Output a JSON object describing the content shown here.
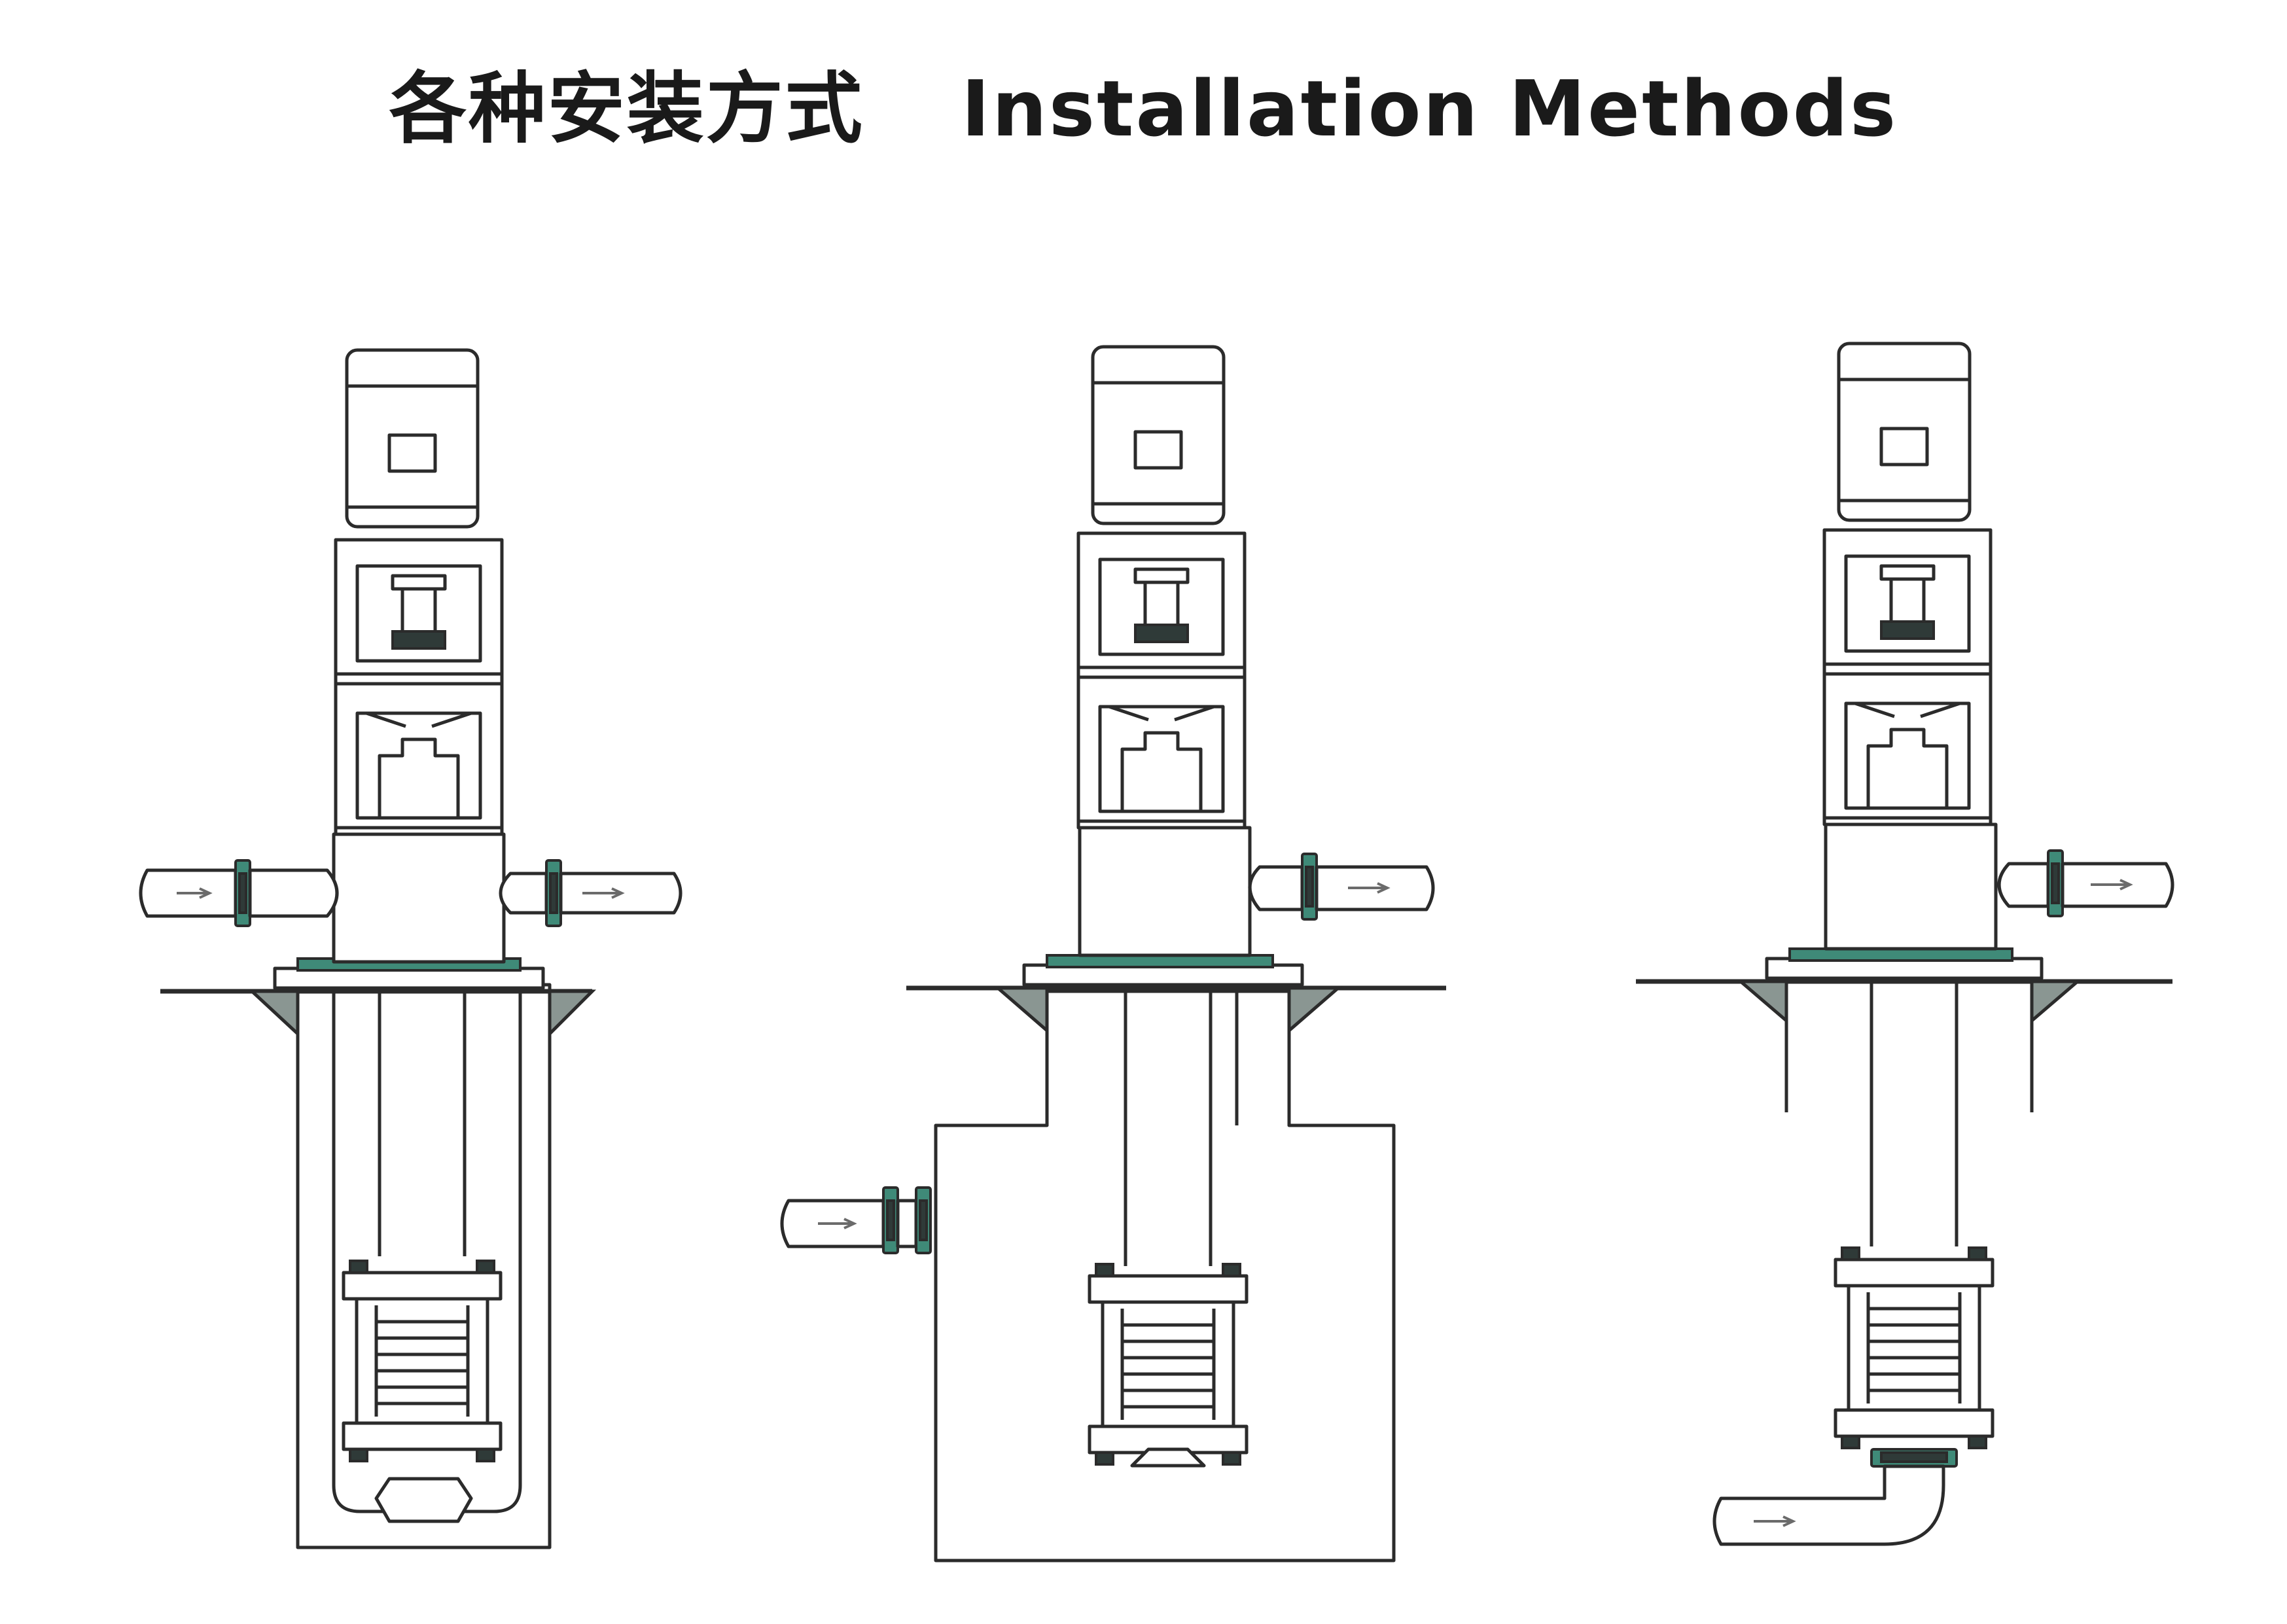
{
  "title": {
    "zh": "各种安装方式",
    "en": "Installation Methods"
  },
  "colors": {
    "line": "#2b2b2b",
    "flange_accent": "#3f8a78",
    "bracket_fill": "#8a9692",
    "background": "#ffffff"
  },
  "methods": [
    {
      "id": "method-1",
      "description": "pump in suction tank with bottom strainer, inlet and outlet pipes at top"
    },
    {
      "id": "method-2",
      "description": "pump in tank with side inlet pipe"
    },
    {
      "id": "method-3",
      "description": "pump with elbow suction pipe at bottom"
    }
  ]
}
